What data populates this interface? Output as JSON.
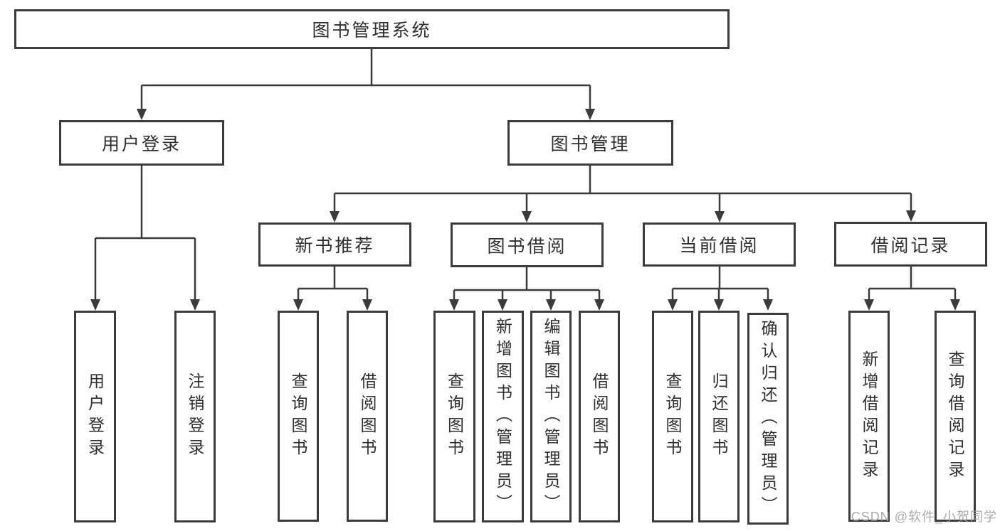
{
  "diagram": {
    "nodes": {
      "root": "图书管理系统",
      "user_login": "用户登录",
      "book_management": "图书管理",
      "new_book_recommend": "新书推荐",
      "book_borrowing": "图书借阅",
      "current_borrowing": "当前借阅",
      "borrowing_records": "借阅记录",
      "login": "用户登录",
      "logout": "注销登录",
      "rec_query_books": "查询图书",
      "rec_borrow_books": "借阅图书",
      "bor_query_books": "查询图书",
      "bor_add_books_admin": "新增图书（管理员）",
      "bor_edit_books_admin": "编辑图书（管理员）",
      "bor_borrow_books": "借阅图书",
      "cur_query_books": "查询图书",
      "cur_return_books": "归还图书",
      "cur_confirm_return_admin": "确认归还（管理员）",
      "records_add_record": "新增借阅记录",
      "records_query_record": "查询借阅记录"
    },
    "structure": [
      {
        "parent": "root",
        "children": [
          "user_login",
          "book_management"
        ]
      },
      {
        "parent": "user_login",
        "children": [
          "login",
          "logout"
        ]
      },
      {
        "parent": "book_management",
        "children": [
          "new_book_recommend",
          "book_borrowing",
          "current_borrowing",
          "borrowing_records"
        ]
      },
      {
        "parent": "new_book_recommend",
        "children": [
          "rec_query_books",
          "rec_borrow_books"
        ]
      },
      {
        "parent": "book_borrowing",
        "children": [
          "bor_query_books",
          "bor_add_books_admin",
          "bor_edit_books_admin",
          "bor_borrow_books"
        ]
      },
      {
        "parent": "current_borrowing",
        "children": [
          "cur_query_books",
          "cur_return_books",
          "cur_confirm_return_admin"
        ]
      },
      {
        "parent": "borrowing_records",
        "children": [
          "records_add_record",
          "records_query_record"
        ]
      }
    ],
    "colors": {
      "line": "#3b3b3b",
      "box_border": "#3b3b3b",
      "text": "#2f2f2f",
      "background": "#ffffff",
      "watermark": "#9c9c9c"
    }
  },
  "watermark": "CSDN @软件_小贺同学"
}
